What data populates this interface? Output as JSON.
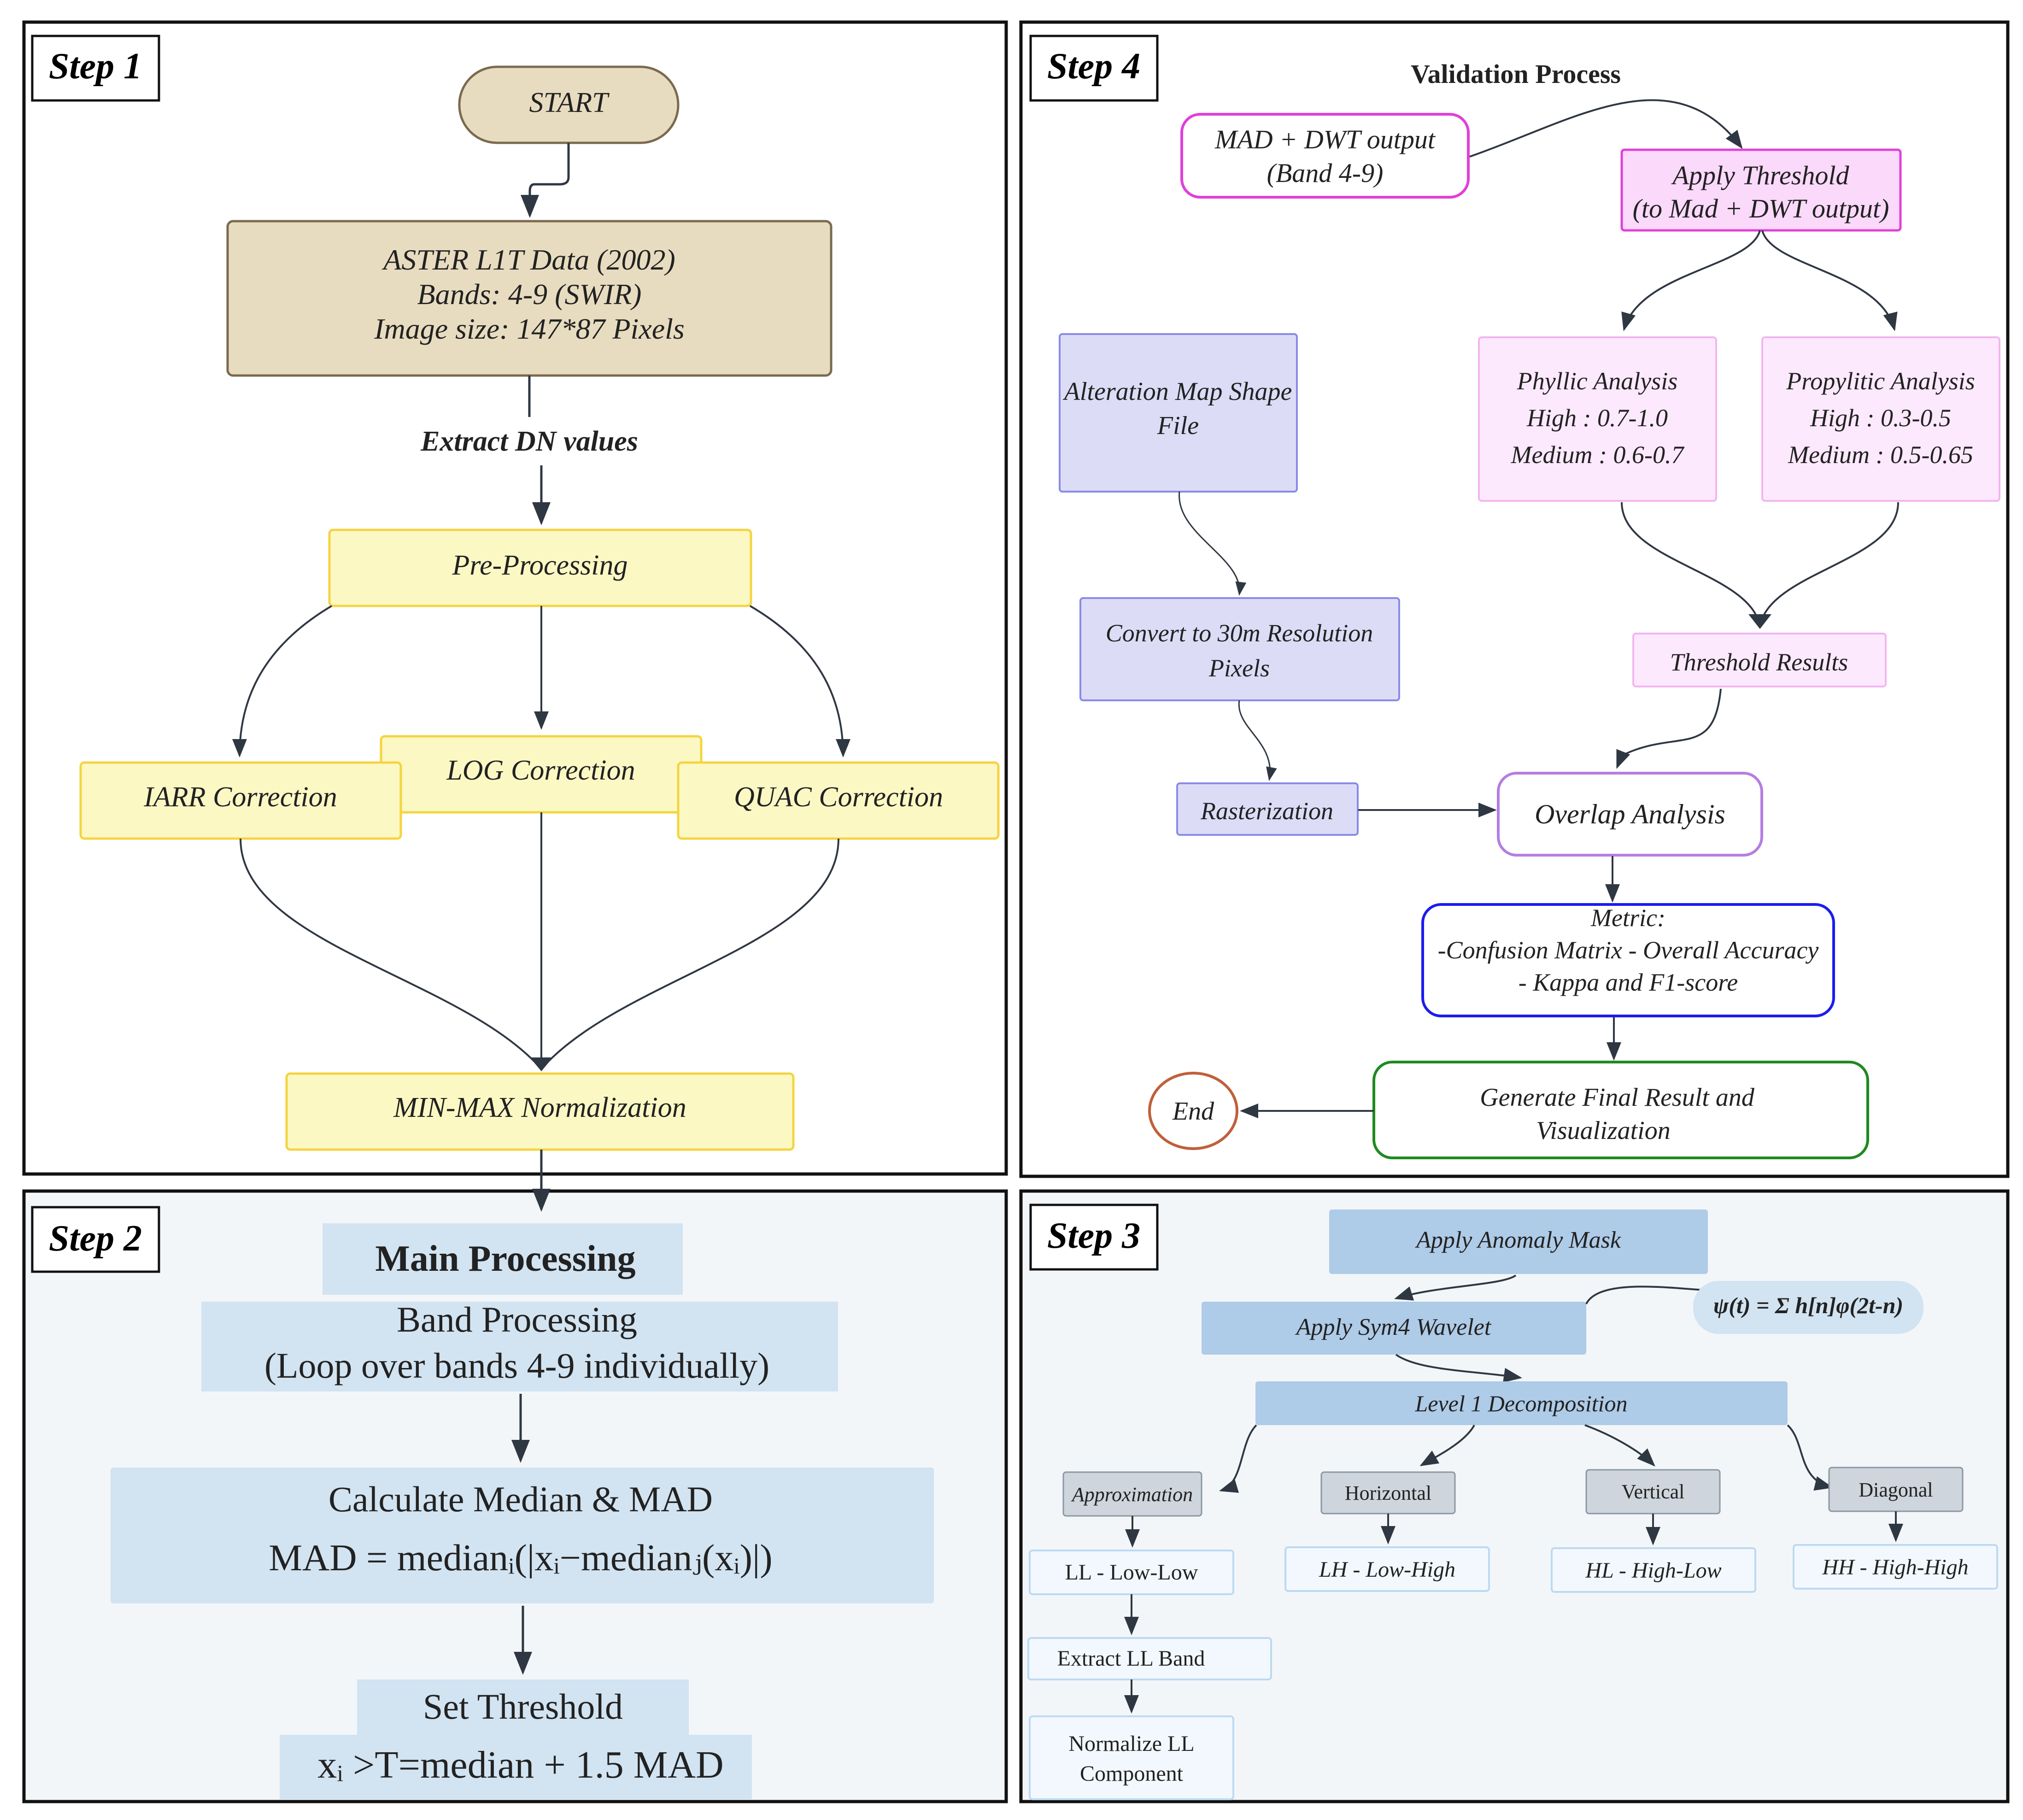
{
  "step1": {
    "label": "Step 1",
    "start": "START",
    "aster": [
      "ASTER L1T Data (2002)",
      "Bands: 4-9 (SWIR)",
      "Image size: 147*87 Pixels"
    ],
    "extract": "Extract DN values",
    "preprocessing": "Pre-Processing",
    "iarr": "IARR Correction",
    "log": "LOG Correction",
    "quac": "QUAC Correction",
    "minmax": "MIN-MAX Normalization"
  },
  "step2": {
    "label": "Step 2",
    "main": "Main Processing",
    "band": [
      "Band Processing",
      "(Loop over bands 4-9 individually)"
    ],
    "median_title": "Calculate Median & MAD",
    "mad_formula": "MAD = medianᵢ(|xᵢ−medianⱼ(xᵢ)|)",
    "threshold_title": "Set Threshold",
    "threshold_formula": "xᵢ >T=median + 1.5 MAD"
  },
  "step3": {
    "label": "Step 3",
    "anomaly": "Apply Anomaly Mask",
    "sym4": "Apply Sym4 Wavelet",
    "formula": "ψ(t) = Σ h[n]φ(2t-n)",
    "level1": "Level 1 Decomposition",
    "approximation": "Approximation",
    "horizontal": "Horizontal",
    "vertical": "Vertical",
    "diagonal": "Diagonal",
    "ll": "LL - Low-Low",
    "lh": "LH - Low-High",
    "hl": "HL - High-Low",
    "hh": "HH - High-High",
    "extract_ll": "Extract LL Band",
    "normalize": [
      "Normalize LL",
      "Component"
    ]
  },
  "step4": {
    "label": "Step 4",
    "validation": "Validation Process",
    "mad_dwt": [
      "MAD + DWT output",
      "(Band 4-9)"
    ],
    "apply_threshold": [
      "Apply Threshold",
      "(to Mad + DWT output)"
    ],
    "alteration": [
      "Alteration Map Shape",
      "File"
    ],
    "phyllic": [
      "Phyllic Analysis",
      "High : 0.7-1.0",
      "Medium : 0.6-0.7"
    ],
    "propylitic": [
      "Propylitic Analysis",
      "High : 0.3-0.5",
      "Medium : 0.5-0.65"
    ],
    "convert": [
      "Convert to 30m Resolution",
      "Pixels"
    ],
    "threshold_results": "Threshold Results",
    "rasterization": "Rasterization",
    "overlap": "Overlap Analysis",
    "metric": [
      "Metric:",
      "-Confusion Matrix - Overall Accuracy",
      "- Kappa and F1-score"
    ],
    "final": [
      "Generate Final Result and",
      "Visualization"
    ],
    "end": "End"
  },
  "colors": {
    "start_fill": "#e8dcc0",
    "start_stroke": "#7a6a4f",
    "yellow_fill": "#fcf8c4",
    "yellow_stroke": "#f4d441",
    "step2_bg": "#f3f6f9",
    "step2_box": "#d2e3f1",
    "step3_bg": "#f3f6f9",
    "step3_box": "#aecbe7",
    "grey_fill": "#ced5dc",
    "light_fill": "#f2f8fd",
    "light_stroke": "#bcd9f1",
    "magenta": "#e040d8",
    "pink_fill": "#fad9fb",
    "pink_light": "#fde9fd",
    "pink_stroke": "#f1b6f0",
    "lavender_fill": "#dcdcf7",
    "lavender_stroke": "#8a8ae8",
    "purple_stroke": "#b57de2",
    "blue_stroke": "#1c1cf0",
    "green_stroke": "#1e8a1e",
    "end_stroke": "#c0603a",
    "arrow": "#2f3742"
  }
}
